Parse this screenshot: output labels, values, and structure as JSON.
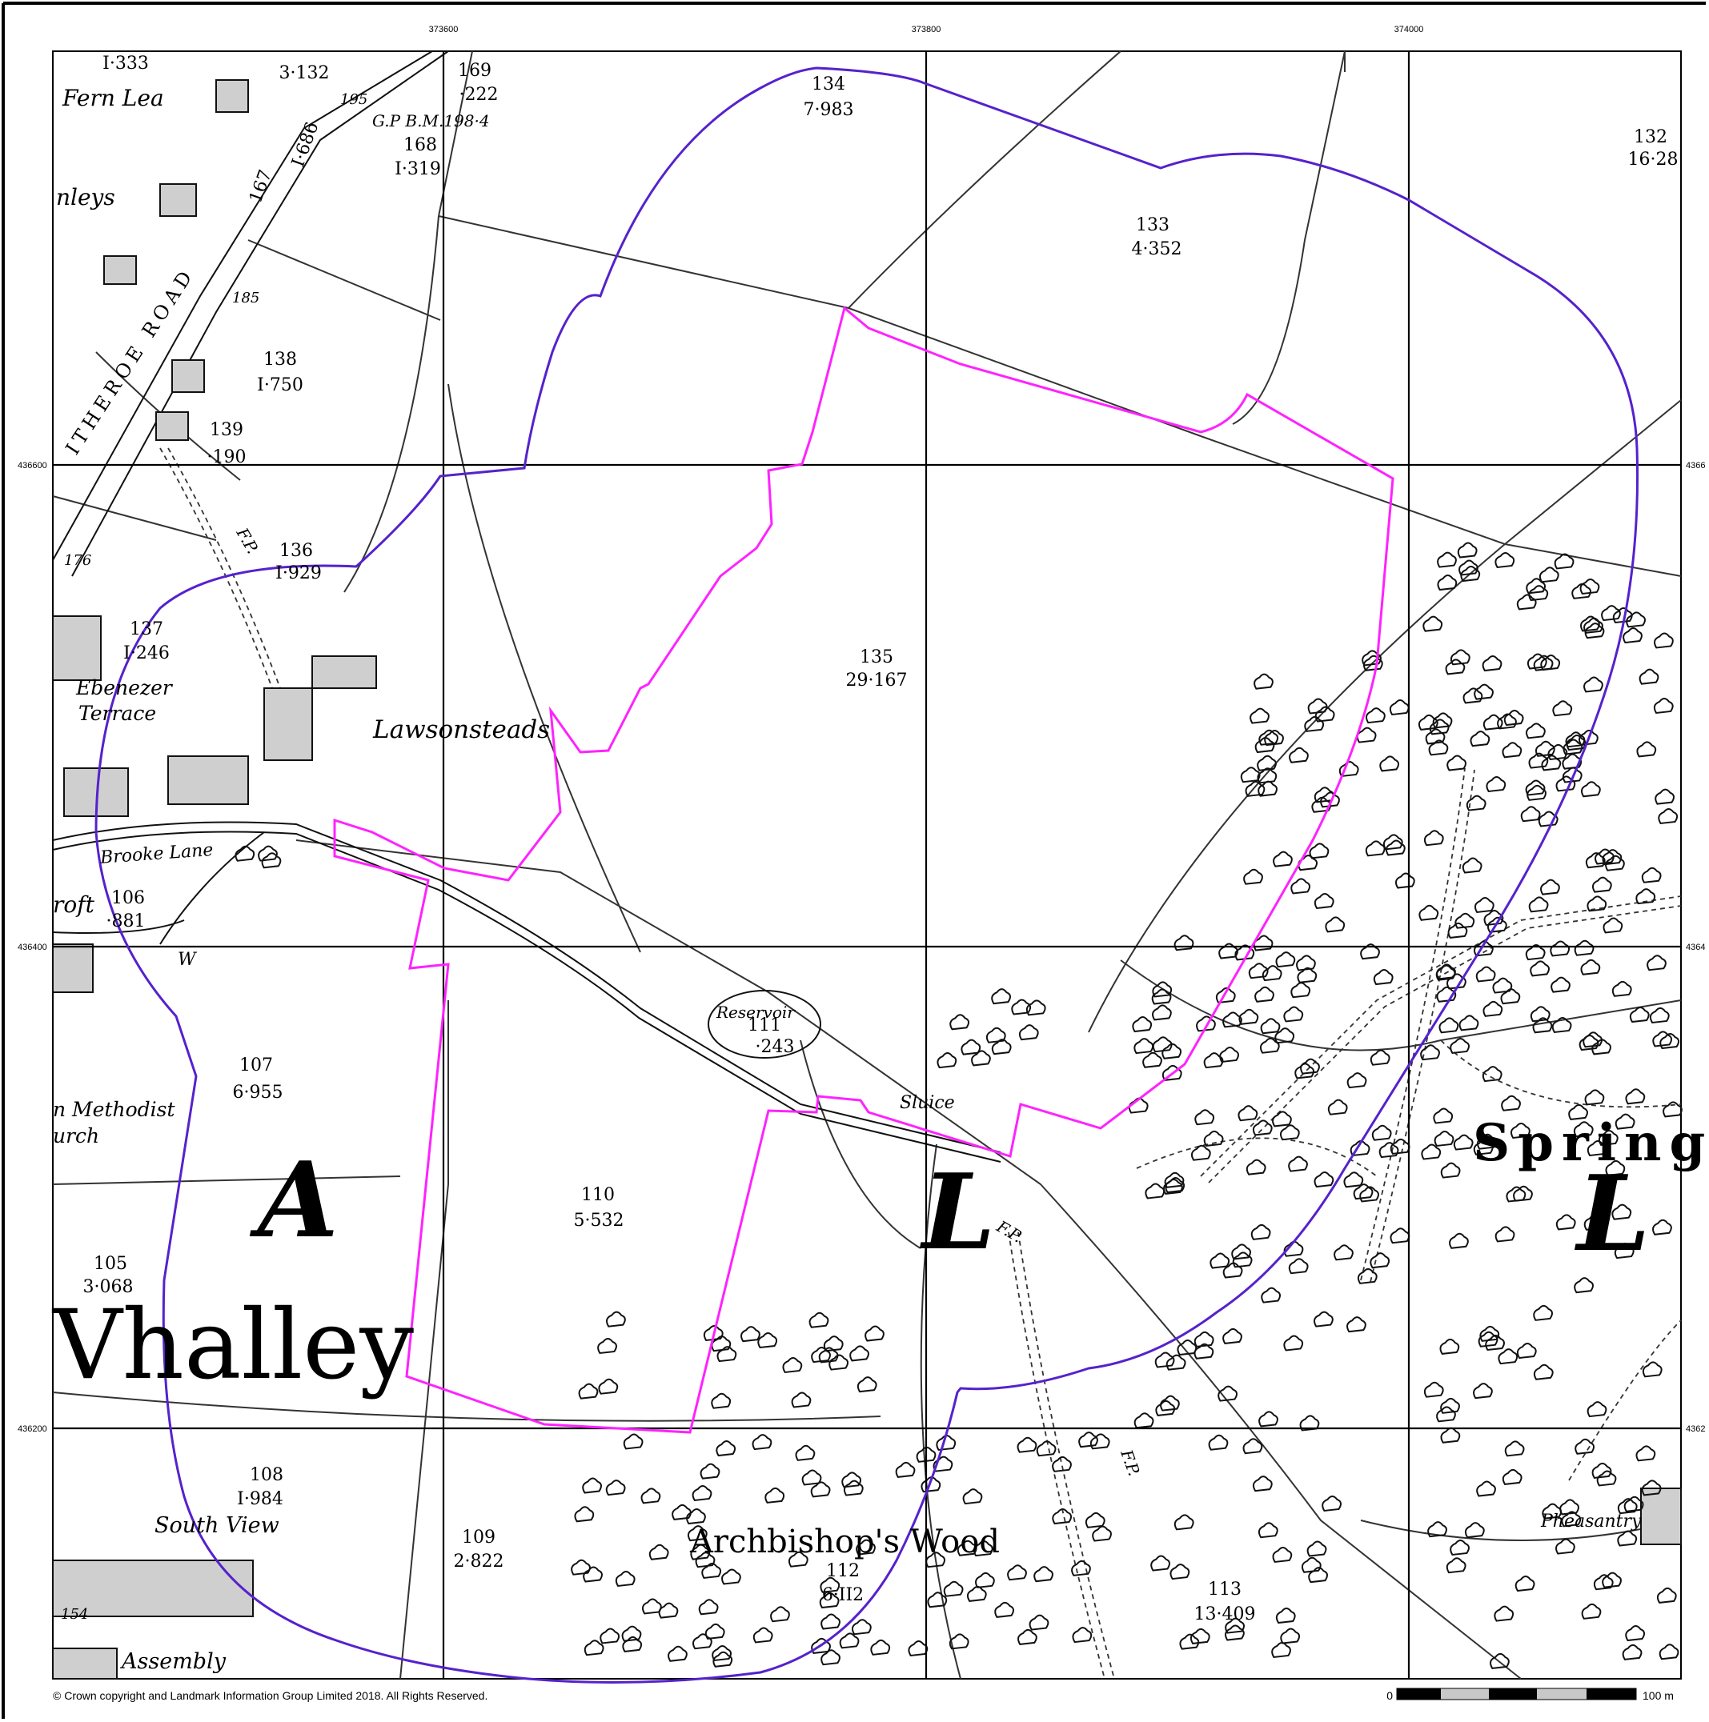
{
  "grid": {
    "top_labels": [
      "373600",
      "373800",
      "374000"
    ],
    "left_labels": [
      "436600",
      "436400",
      "436200"
    ],
    "right_labels": [
      "4366",
      "4364",
      "4362"
    ]
  },
  "parcels": [
    {
      "id": "p1333",
      "num": "I·333",
      "area": ""
    },
    {
      "id": "p3132",
      "num": "3·132",
      "area": ""
    },
    {
      "id": "p169",
      "num": "169",
      "area": "·222"
    },
    {
      "id": "p168",
      "num": "168",
      "area": "I·319"
    },
    {
      "id": "p134",
      "num": "134",
      "area": "7·983"
    },
    {
      "id": "p132",
      "num": "132",
      "area": "16·28"
    },
    {
      "id": "p133",
      "num": "133",
      "area": "4·352"
    },
    {
      "id": "p138",
      "num": "138",
      "area": "I·750"
    },
    {
      "id": "p139",
      "num": "139",
      "area": "·190"
    },
    {
      "id": "p136",
      "num": "136",
      "area": "I·929"
    },
    {
      "id": "p137",
      "num": "137",
      "area": "I·246"
    },
    {
      "id": "p135",
      "num": "135",
      "area": "29·167"
    },
    {
      "id": "p106",
      "num": "106",
      "area": "·881"
    },
    {
      "id": "p111",
      "num": "111",
      "area": "·243"
    },
    {
      "id": "p107",
      "num": "107",
      "area": "6·955"
    },
    {
      "id": "p110",
      "num": "110",
      "area": "5·532"
    },
    {
      "id": "p105",
      "num": "105",
      "area": "3·068"
    },
    {
      "id": "p108",
      "num": "108",
      "area": "I·984"
    },
    {
      "id": "p109",
      "num": "109",
      "area": "2·822"
    },
    {
      "id": "p112",
      "num": "112",
      "area": "6·II2"
    },
    {
      "id": "p113",
      "num": "113",
      "area": "13·409"
    }
  ],
  "place_names": {
    "fern_lea": "Fern Lea",
    "nleys": "nleys",
    "road": "ITHEROE ROAD",
    "ebenezer": "Ebenezer",
    "terrace": "Terrace",
    "lawsonsteads": "Lawsonsteads",
    "brooke_lane": "Brooke Lane",
    "croft": "roft",
    "methodist": "n Methodist",
    "church": "urch",
    "reservoir": "Reservoir",
    "sluice": "Sluice",
    "spring": "Spring",
    "whalley": "Vhalley",
    "big_a": "A",
    "big_l1": "L",
    "big_l2": "L",
    "south_view": "South View",
    "archbishops_wood": "Archbishop's Wood",
    "pheasantry": "Pheasantry",
    "assembly": "Assembly",
    "w": "W"
  },
  "small_labels": {
    "gp_bm": "G.P B.M.198·4",
    "l195": "195",
    "l185": "185",
    "l176": "176",
    "l167": "167",
    "l1686": "I·686",
    "fp1": "F.P.",
    "fp2": "F.P.",
    "fp3": "F.P.",
    "l154": "154"
  },
  "copyright": "© Crown copyright and Landmark Information Group Limited 2018.  All Rights Reserved.",
  "scale": {
    "start": "0",
    "end": "100 m"
  },
  "colors": {
    "site_boundary": "#ff22ff",
    "buffer_boundary": "#5522cc",
    "grid": "#000000"
  }
}
